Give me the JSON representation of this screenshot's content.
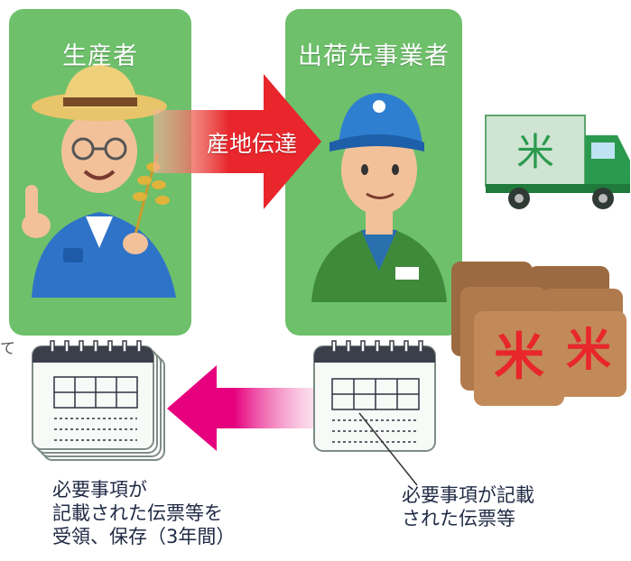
{
  "producer": {
    "title": "生産者"
  },
  "shipper": {
    "title": "出荷先事業者"
  },
  "transfer": {
    "label": "産地伝達"
  },
  "rice_mark": "米",
  "notes": {
    "left": [
      "必要事項が",
      "記載された伝票等を",
      "受領、保存（3年間）"
    ],
    "right": [
      "必要事項が記載",
      "された伝票等"
    ]
  },
  "stray_char": "て",
  "colors": {
    "panel_green": "#6ec06b",
    "arrow_red": "#e8262b",
    "arrow_magenta": "#e6007e",
    "truck_green": "#2c9a4e",
    "bag_brown": "#b07a4c",
    "rice_red": "#e8262b"
  }
}
